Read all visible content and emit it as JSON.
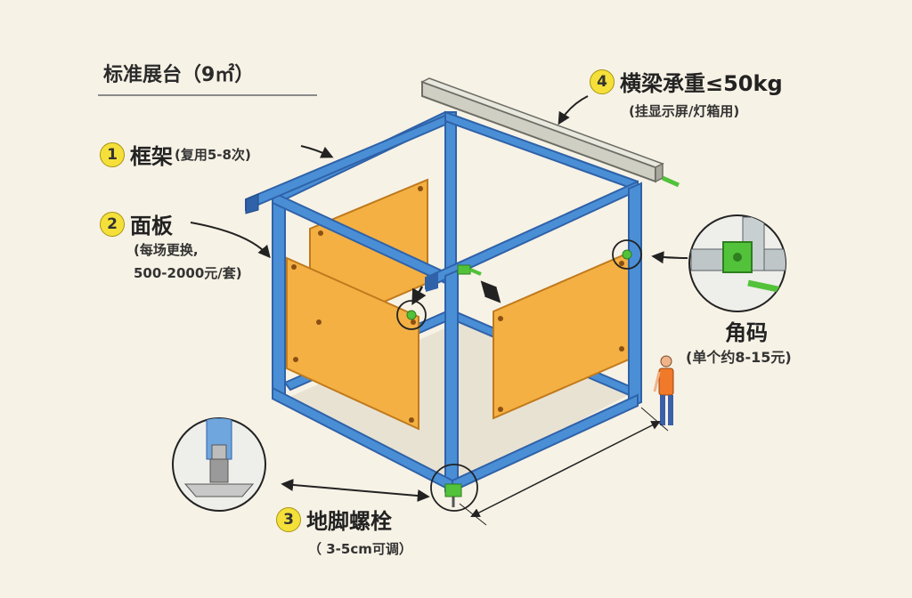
{
  "title": "标准展台（9㎡）",
  "labels": {
    "frame": {
      "num": "1",
      "name": "框架",
      "note": "(复用5-8次)"
    },
    "panel": {
      "num": "2",
      "name": "面板",
      "note_line1": "(每场更换,",
      "note_line2": "500-2000元/套)"
    },
    "foot": {
      "num": "3",
      "name": "地脚螺栓",
      "note": "（ 3-5cm可调）"
    },
    "beam": {
      "num": "4",
      "name": "横梁承重≤50kg",
      "note": "(挂显示屏/灯箱用)"
    },
    "corner": {
      "name": "角码",
      "note": "(单个约8-15元)"
    }
  },
  "colors": {
    "frame": "#4a8fd6",
    "frame_dark": "#2f62a8",
    "panel": "#f4b043",
    "panel_edge": "#c07a1c",
    "connector": "#52c23a",
    "beam": "#cfcfc4",
    "badge": "#f5e03a"
  }
}
